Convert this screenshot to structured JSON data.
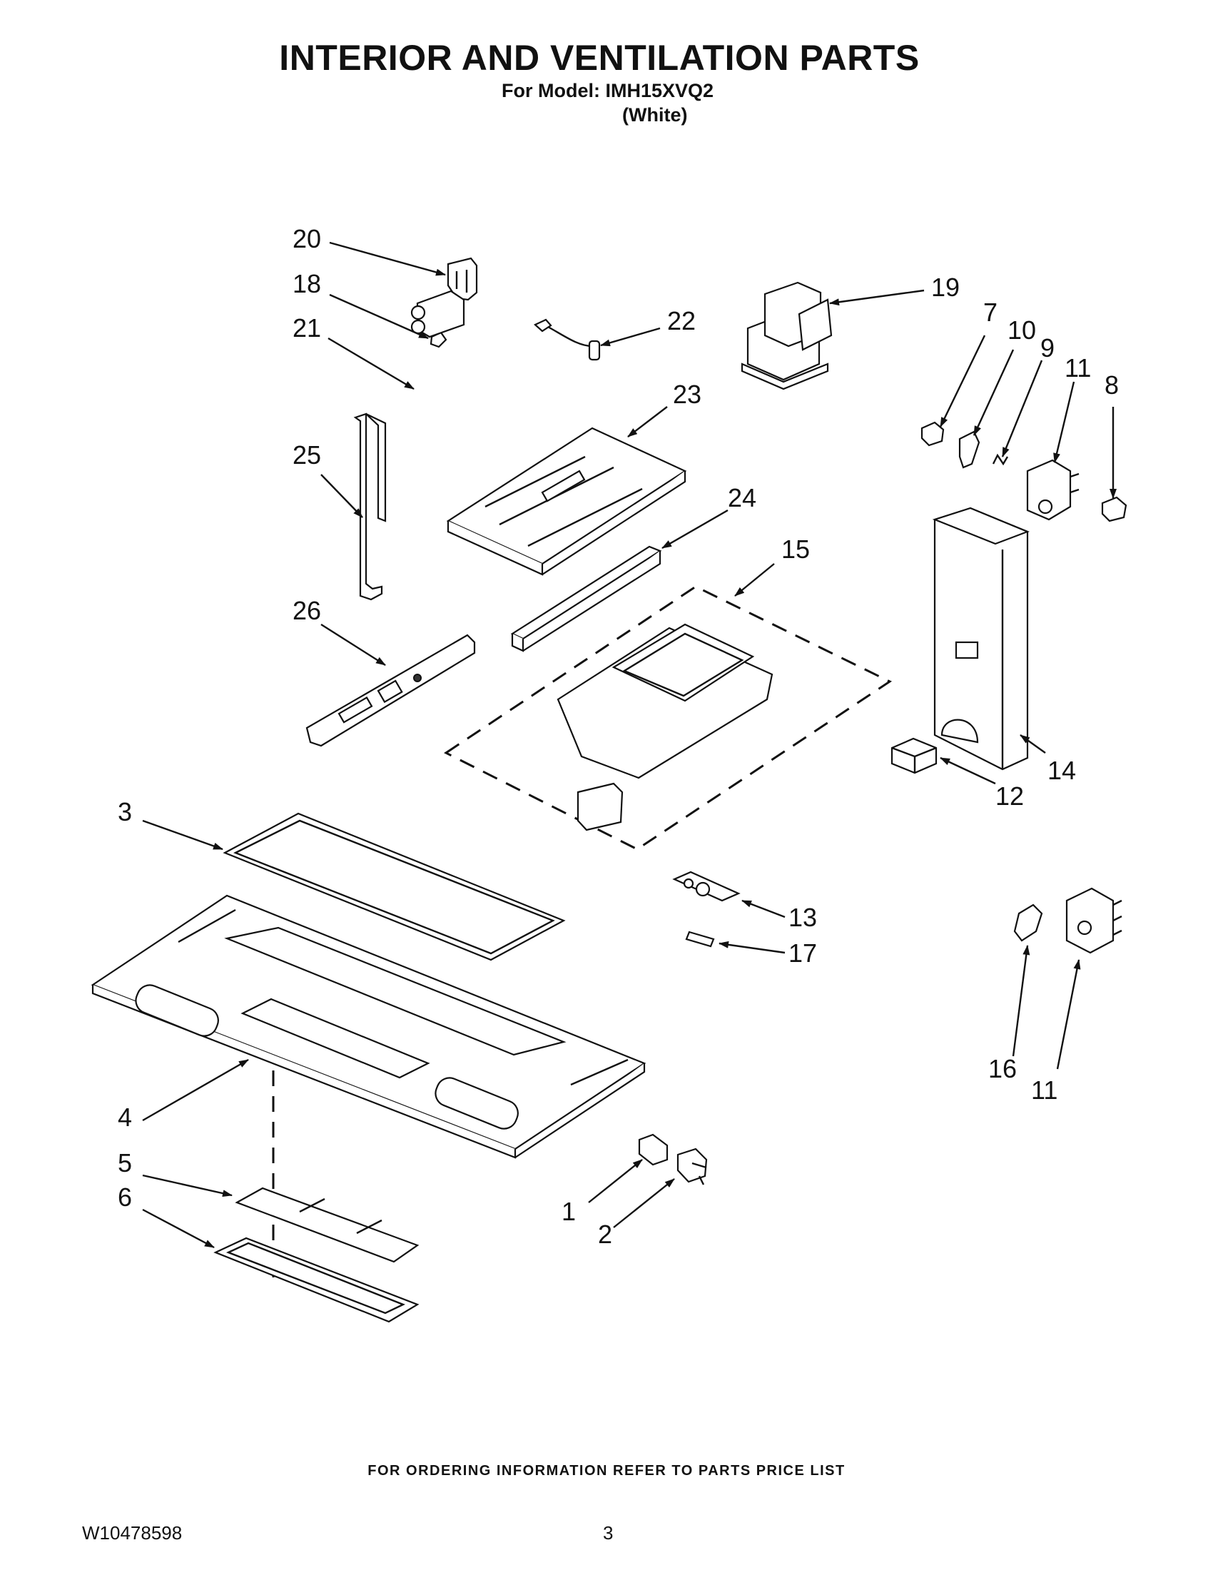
{
  "header": {
    "title": "INTERIOR AND VENTILATION PARTS",
    "model_line": "For Model: IMH15XVQ2",
    "color_line": "(White)"
  },
  "callouts": [
    {
      "id": "c20",
      "label": "20"
    },
    {
      "id": "c18",
      "label": "18"
    },
    {
      "id": "c21",
      "label": "21"
    },
    {
      "id": "c25",
      "label": "25"
    },
    {
      "id": "c26",
      "label": "26"
    },
    {
      "id": "c22",
      "label": "22"
    },
    {
      "id": "c23",
      "label": "23"
    },
    {
      "id": "c24",
      "label": "24"
    },
    {
      "id": "c15",
      "label": "15"
    },
    {
      "id": "c19",
      "label": "19"
    },
    {
      "id": "c7",
      "label": "7"
    },
    {
      "id": "c10",
      "label": "10"
    },
    {
      "id": "c9",
      "label": "9"
    },
    {
      "id": "c11a",
      "label": "11"
    },
    {
      "id": "c8",
      "label": "8"
    },
    {
      "id": "c14",
      "label": "14"
    },
    {
      "id": "c12",
      "label": "12"
    },
    {
      "id": "c3",
      "label": "3"
    },
    {
      "id": "c13",
      "label": "13"
    },
    {
      "id": "c17",
      "label": "17"
    },
    {
      "id": "c4",
      "label": "4"
    },
    {
      "id": "c16",
      "label": "16"
    },
    {
      "id": "c11b",
      "label": "11"
    },
    {
      "id": "c5",
      "label": "5"
    },
    {
      "id": "c6",
      "label": "6"
    },
    {
      "id": "c1",
      "label": "1"
    },
    {
      "id": "c2",
      "label": "2"
    }
  ],
  "footer": {
    "ordering_note": "FOR ORDERING INFORMATION REFER TO PARTS PRICE LIST",
    "doc_number": "W10478598",
    "page_number": "3"
  }
}
